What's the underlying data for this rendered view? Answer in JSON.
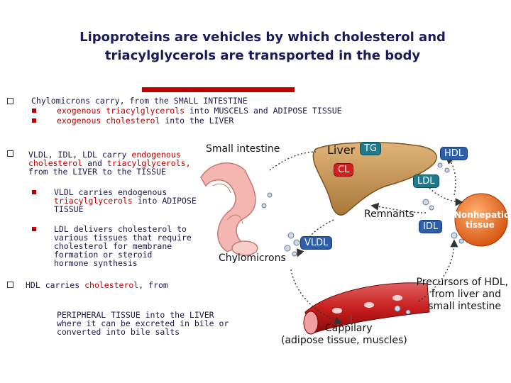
{
  "title": "Lipoproteins are vehicles by which cholesterol and triacylglycerols are transported in the body",
  "bullets": {
    "chylo_intro": "Chylomicrons carry, from the SMALL INTESTINE",
    "chylo_sub1_a": "exogenous triacylglycerols",
    "chylo_sub1_b": " into MUSCELS and ADIPOSE TISSUE",
    "chylo_sub2_a": "exogenous cholesterol",
    "chylo_sub2_b": " into the LIVER",
    "vldl_l1_a": "VLDL, IDL, LDL carry ",
    "vldl_l1_b": "endogenous",
    "vldl_l2_a": "cholesterol",
    "vldl_l2_b": " and ",
    "vldl_l2_c": "triacylglycerols,",
    "vldl_l3": "from the LIVER to the TISSUE",
    "vldl_sub1_l1": "VLDL carries endogenous",
    "vldl_sub1_l2": "triacylglycerols",
    "vldl_sub1_l2b": " into ADIPOSE",
    "vldl_sub1_l3": "TISSUE",
    "ldl_sub_l1": "LDL delivers cholesterol to",
    "ldl_sub_l2": "various tissues that require",
    "ldl_sub_l3": "cholesterol for membrane",
    "ldl_sub_l4": "formation or steroid",
    "ldl_sub_l5": "hormone synthesis",
    "hdl_l1_a": "HDL carries ",
    "hdl_l1_b": "cholesterol",
    "hdl_l1_c": ", from",
    "hdl_l2": "PERIPHERAL TISSUE into the LIVER",
    "hdl_l3": "where it can be excreted in bile or",
    "hdl_l4": "converted into bile salts"
  },
  "diagram": {
    "small_intestine": "Small intestine",
    "liver": "Liver",
    "tg": "TG",
    "cl": "CL",
    "hdl": "HDL",
    "ldl": "LDL",
    "remnants": "Remnants",
    "idl": "IDL",
    "nonhepatic_l1": "Nonhepatic",
    "nonhepatic_l2": "tissue",
    "vldl": "VLDL",
    "chylomicrons": "Chylomicrons",
    "precursors_l1": "Precursors of HDL,",
    "precursors_l2": "from liver and",
    "precursors_l3": "small intestine",
    "cappilary_l1": "Cappilary",
    "cappilary_l2": "(adipose tissue, muscles)"
  },
  "colors": {
    "accent_red": "#c00000",
    "teal_badge": "#1f7a8c",
    "blue_badge": "#2d5ea8",
    "liver": "#c89a5a",
    "nonhepatic": "#e06a20"
  }
}
